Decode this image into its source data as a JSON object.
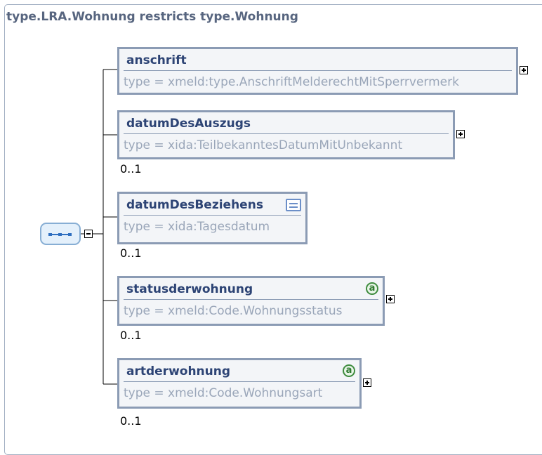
{
  "title": "type.LRA.Wohnung restricts type.Wohnung",
  "elements": [
    {
      "name": "anschrift",
      "type": "type = xmeld:type.AnschriftMelderechtMitSperrvermerk",
      "occurrence": "",
      "expandable": true
    },
    {
      "name": "datumDesAuszugs",
      "type": "type = xida:TeilbekanntesDatumMitUnbekannt",
      "occurrence": "0..1",
      "expandable": true
    },
    {
      "name": "datumDesBeziehens",
      "type": "type = xida:Tagesdatum",
      "occurrence": "0..1",
      "expandable": false,
      "icon": "documentation-icon"
    },
    {
      "name": "statusderwohnung",
      "type": "type = xmeld:Code.Wohnungsstatus",
      "occurrence": "0..1",
      "expandable": true,
      "icon": "attribute-icon",
      "icon_letter": "a"
    },
    {
      "name": "artderwohnung",
      "type": "type = xmeld:Code.Wohnungsart",
      "occurrence": "0..1",
      "expandable": true,
      "icon": "attribute-icon",
      "icon_letter": "a"
    }
  ],
  "compositor": {
    "kind": "sequence",
    "icon": "sequence-icon",
    "expanded": true
  },
  "colors": {
    "border": "#8b9bb4",
    "name": "#2d4475",
    "type": "#9aa6b9",
    "title": "#57657f",
    "attribute": "#3f8c3f",
    "sequence": "#2f6fc0"
  }
}
